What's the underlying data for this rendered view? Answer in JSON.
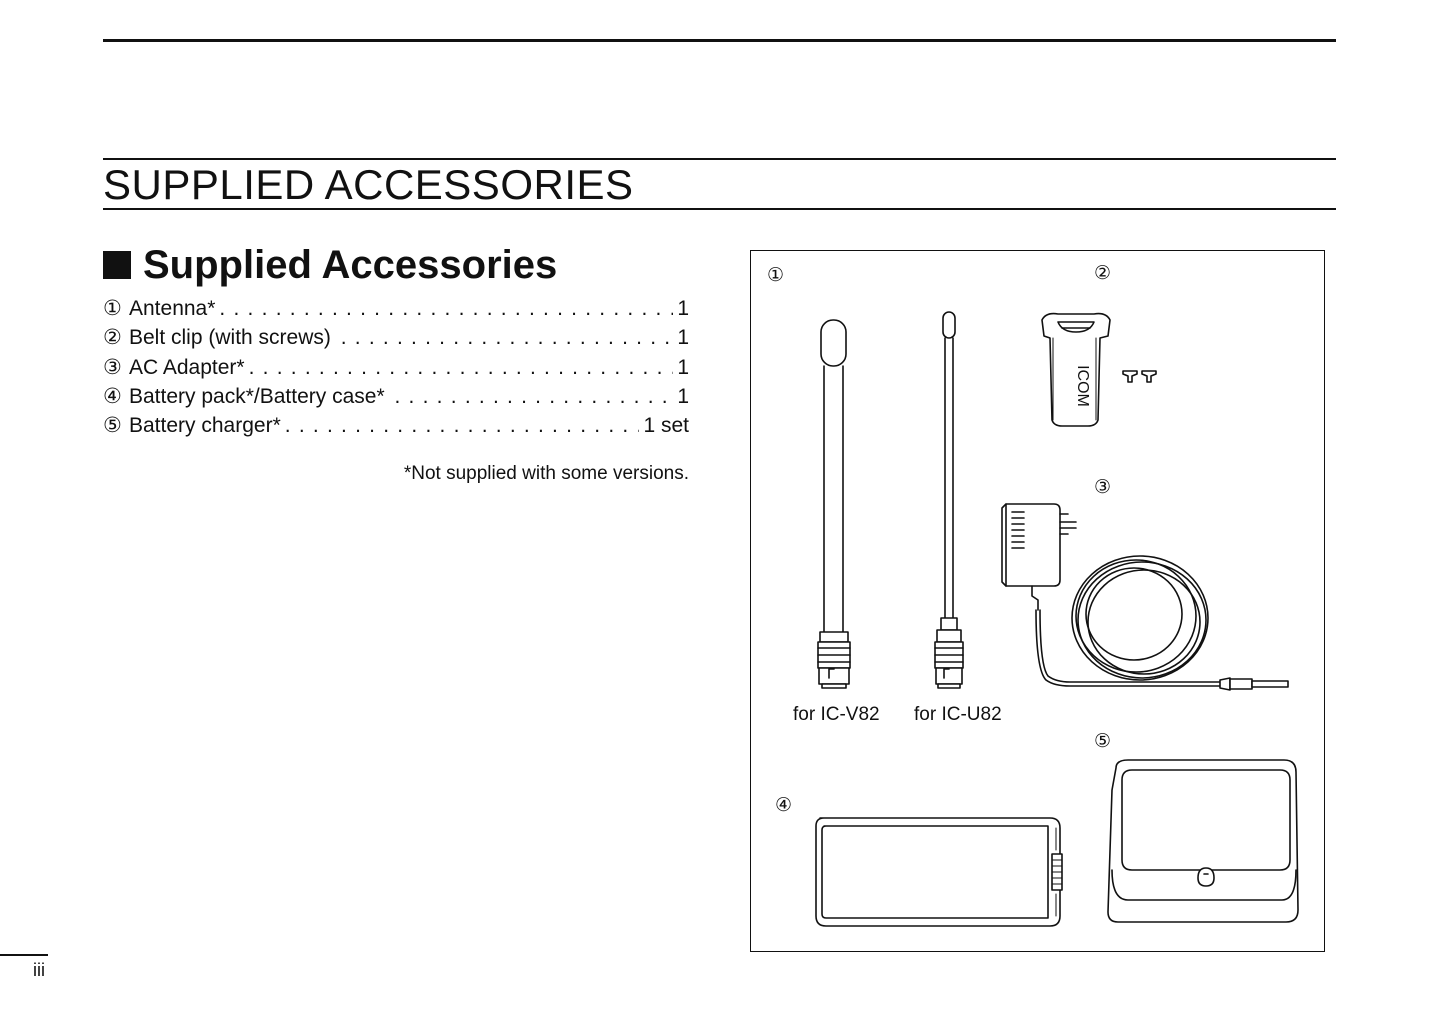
{
  "chapter_title": "SUPPLIED ACCESSORIES",
  "section_heading": "Supplied Accessories",
  "accessories": [
    {
      "num": "①",
      "label": "Antenna*",
      "qty": "1"
    },
    {
      "num": "②",
      "label": "Belt clip (with screws) ",
      "qty": "1"
    },
    {
      "num": "③",
      "label": "AC Adapter*",
      "qty": "1"
    },
    {
      "num": "④",
      "label": "Battery pack*/Battery case* ",
      "qty": "1"
    },
    {
      "num": "⑤",
      "label": "Battery charger*",
      "qty": "1 set"
    }
  ],
  "footnote": "*Not supplied with some versions.",
  "figure": {
    "labels": [
      "①",
      "②",
      "③",
      "④",
      "⑤"
    ],
    "antenna_captions": [
      "for IC-V82",
      "for IC-U82"
    ],
    "clip_logo": "ICOM"
  },
  "page_number": "iii"
}
